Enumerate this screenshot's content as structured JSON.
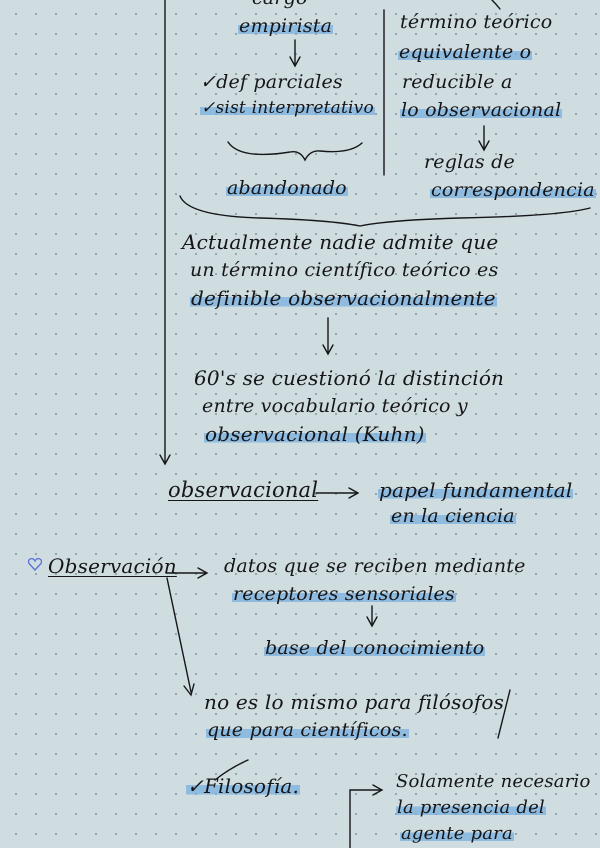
{
  "page": {
    "lines": {
      "l_cargo": "cargo",
      "l_empirista": "empirista",
      "l_termino_teorico": "término teórico",
      "l_equivalente": "equivalente o",
      "l_reducible": "reducible a",
      "l_lo_observacional": "lo observacional",
      "l_def_parciales": "✓def parciales",
      "l_sist_interpretativo": "✓sist interpretativo",
      "l_reglas": "reglas de",
      "l_correspondencia": "correspondencia",
      "l_abandonado": "abandonado",
      "l_actualmente": "Actualmente nadie admite que",
      "l_un_termino": "un término científico teórico es",
      "l_definible": "definible observacionalmente",
      "l_60s": "60's se cuestionó la distinción",
      "l_entre_vocabulario": "entre vocabulario teórico y",
      "l_observacional_kuhn": "observacional (Kuhn)",
      "l_observacional": "observacional",
      "l_papel": "papel fundamental",
      "l_en_la_ciencia": "en la ciencia",
      "l_observacion": "Observación",
      "l_datos": "datos que se reciben mediante",
      "l_receptores": "receptores sensoriales",
      "l_base": "base del conocimiento",
      "l_no_es": "no es lo mismo para filósofos",
      "l_que_para": "que para científicos.",
      "l_filosofos": "✓Filosofía.",
      "l_solamente": "Solamente necesario",
      "l_la_presencia": "la presencia del",
      "l_agente": "agente para"
    },
    "heart_icon": "heart-outline-icon",
    "highlight_color": "#78b0de",
    "ink_color": "#16161a",
    "background_color": "#cfdde1"
  }
}
